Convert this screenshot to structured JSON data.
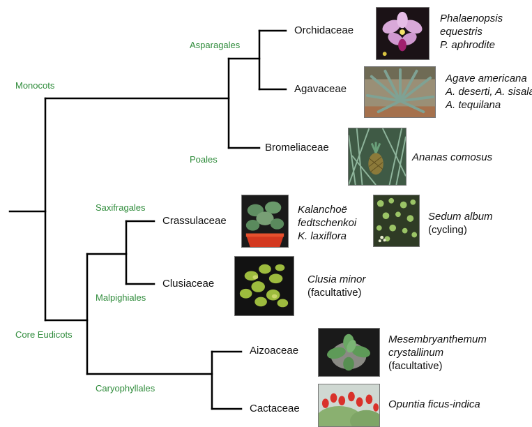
{
  "clades": {
    "monocots": "Monocots",
    "core_eudicots": "Core Eudicots",
    "asparagales": "Asparagales",
    "poales": "Poales",
    "saxifragales": "Saxifragales",
    "malpighiales": "Malpighiales",
    "caryophyllales": "Caryophyllales"
  },
  "families": {
    "orchidaceae": "Orchidaceae",
    "agavaceae": "Agavaceae",
    "bromeliaceae": "Bromeliaceae",
    "crassulaceae": "Crassulaceae",
    "clusiaceae": "Clusiaceae",
    "aizoaceae": "Aizoaceae",
    "cactaceae": "Cactaceae"
  },
  "species": {
    "orchid": [
      "Phalaenopsis",
      "equestris",
      "P. aphrodite"
    ],
    "agave": [
      "Agave americana",
      "A. deserti, A. sisalana",
      "A. tequilana"
    ],
    "pineapple": [
      "Ananas comosus"
    ],
    "kalanchoe": [
      "Kalanchoë",
      "fedtschenkoi",
      "K. laxiflora"
    ],
    "sedum": {
      "name": "Sedum album",
      "note": "(cycling)"
    },
    "clusia": {
      "name": "Clusia minor",
      "note": "(facultative)"
    },
    "mesembryanthemum": {
      "name": [
        "Mesembryanthemum",
        "crystallinum"
      ],
      "note": "(facultative)"
    },
    "opuntia": [
      "Opuntia ficus-indica"
    ]
  },
  "colors": {
    "clade_label": "#2e8b3a",
    "branch": "#000000"
  },
  "photo_icons": {
    "orchid": "orchid-flower-photo",
    "agave": "agave-plant-photo",
    "pineapple": "pineapple-plant-photo",
    "kalanchoe": "kalanchoe-pot-photo",
    "sedum": "sedum-groundcover-photo",
    "clusia": "clusia-shrub-photo",
    "mesembryanthemum": "ice-plant-photo",
    "opuntia": "prickly-pear-photo"
  }
}
